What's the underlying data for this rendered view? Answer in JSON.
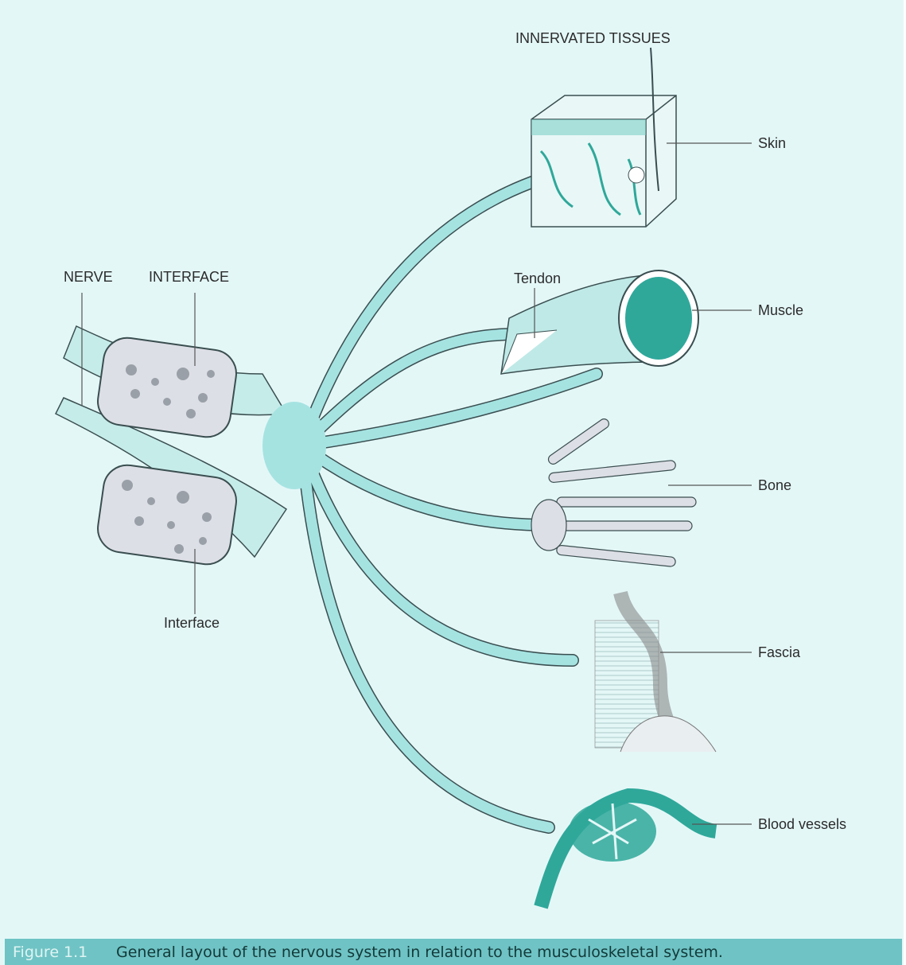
{
  "figure": {
    "labels": {
      "innervated_tissues": "INNERVATED TISSUES",
      "nerve": "NERVE",
      "interface_upper": "INTERFACE",
      "interface_lower": "Interface",
      "tendon": "Tendon",
      "skin": "Skin",
      "muscle": "Muscle",
      "bone": "Bone",
      "fascia": "Fascia",
      "blood_vessels": "Blood vessels"
    },
    "caption": {
      "number": "Figure 1.1",
      "text": "General layout of the nervous system in relation to the musculoskeletal system."
    },
    "colors": {
      "background": "#e4f7f7",
      "nerve_fill": "#a5e3e1",
      "nerve_stroke": "#3a4e50",
      "tissue_dark": "#2fa89a",
      "bone_fill": "#dddfe6",
      "caption_bar": "#6fc3c4"
    }
  }
}
